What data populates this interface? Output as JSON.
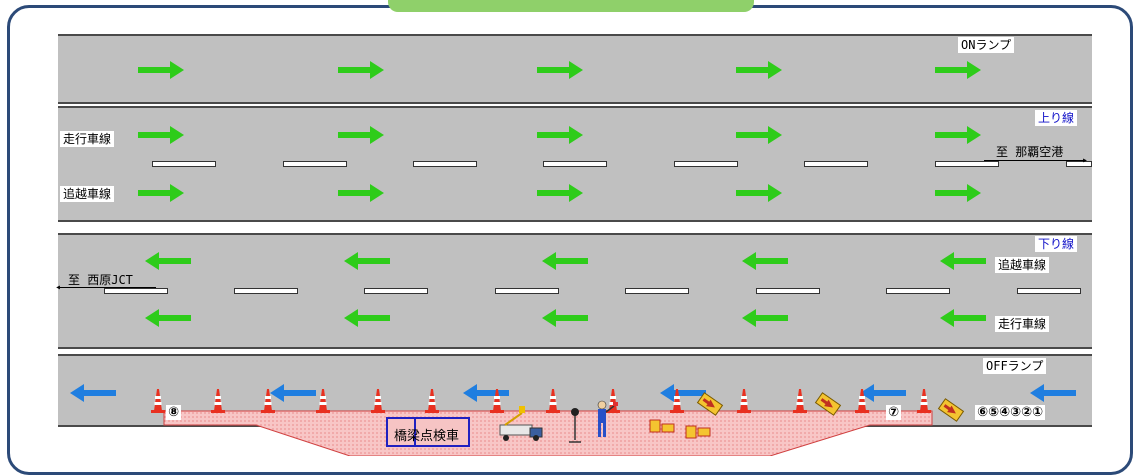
{
  "labels": {
    "on_ramp": "ONランプ",
    "up_line": "上り線",
    "to_naha": "至 那覇空港",
    "up_travel_lane": "走行車線",
    "up_pass_lane": "追越車線",
    "down_line": "下り線",
    "to_nishihara": "至 西原JCT",
    "down_pass_lane": "追越車線",
    "down_travel_lane": "走行車線",
    "off_ramp": "OFFランプ"
  },
  "markers": {
    "m8": "⑧",
    "m7": "⑦",
    "m654321": "⑥⑤④③②①"
  },
  "vehicle": {
    "bridge_inspection_vehicle": "橋梁点検車"
  },
  "colors": {
    "road": "#c0c0c0",
    "forward_arrow": "#2ecc1a",
    "reverse_arrow": "#2ecc1a",
    "offramp_arrow": "#1f7ee0",
    "work_zone": "#f6c4c4",
    "frame": "#2c4a78"
  },
  "icons": [
    "traffic-cone-icon",
    "arrow-sign-icon",
    "crane-truck-icon",
    "worker-icon",
    "flagger-icon",
    "traffic-light-icon",
    "barrier-board-icon"
  ]
}
